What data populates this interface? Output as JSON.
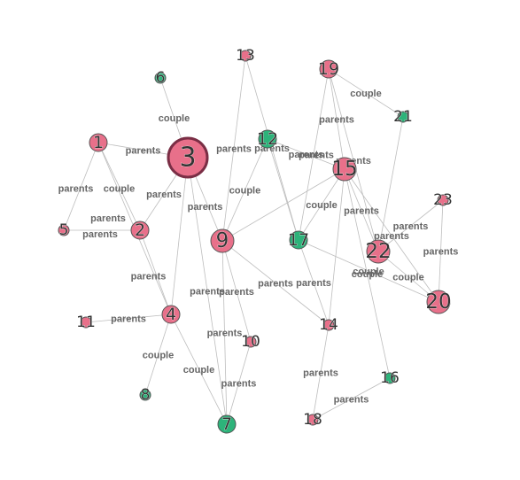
{
  "colors": {
    "pink": "#e8708a",
    "green": "#2db37a",
    "edge": "#bdbdbd",
    "highlight_stroke": "#7a2e45"
  },
  "nodes": [
    {
      "id": "1",
      "color": "pink",
      "size": "small"
    },
    {
      "id": "2",
      "color": "pink",
      "size": "small"
    },
    {
      "id": "3",
      "color": "pink",
      "size": "large"
    },
    {
      "id": "4",
      "color": "pink",
      "size": "small"
    },
    {
      "id": "5",
      "color": "pink",
      "size": "tiny"
    },
    {
      "id": "6",
      "color": "green",
      "size": "tiny"
    },
    {
      "id": "7",
      "color": "green",
      "size": "small"
    },
    {
      "id": "8",
      "color": "green",
      "size": "tiny"
    },
    {
      "id": "9",
      "color": "pink",
      "size": "medium"
    },
    {
      "id": "10",
      "color": "pink",
      "size": "tiny"
    },
    {
      "id": "11",
      "color": "pink",
      "size": "tiny"
    },
    {
      "id": "12",
      "color": "green",
      "size": "small"
    },
    {
      "id": "13",
      "color": "pink",
      "size": "tiny"
    },
    {
      "id": "14",
      "color": "pink",
      "size": "tiny"
    },
    {
      "id": "15",
      "color": "pink",
      "size": "medium"
    },
    {
      "id": "16",
      "color": "green",
      "size": "tiny"
    },
    {
      "id": "17",
      "color": "green",
      "size": "small"
    },
    {
      "id": "18",
      "color": "pink",
      "size": "tiny"
    },
    {
      "id": "19",
      "color": "pink",
      "size": "small"
    },
    {
      "id": "20",
      "color": "pink",
      "size": "medium"
    },
    {
      "id": "21",
      "color": "green",
      "size": "tiny"
    },
    {
      "id": "22",
      "color": "pink",
      "size": "medium"
    },
    {
      "id": "23",
      "color": "pink",
      "size": "tiny"
    }
  ],
  "edges": [
    {
      "from": "6",
      "to": "3",
      "label": "couple"
    },
    {
      "from": "1",
      "to": "3",
      "label": "parents"
    },
    {
      "from": "1",
      "to": "5",
      "label": "parents"
    },
    {
      "from": "1",
      "to": "2",
      "label": "couple"
    },
    {
      "from": "1",
      "to": "4",
      "label": "parents"
    },
    {
      "from": "5",
      "to": "2",
      "label": "parents"
    },
    {
      "from": "2",
      "to": "3",
      "label": "parents"
    },
    {
      "from": "2",
      "to": "4",
      "label": "parents"
    },
    {
      "from": "3",
      "to": "9",
      "label": "parents"
    },
    {
      "from": "3",
      "to": "7",
      "label": "parents"
    },
    {
      "from": "3",
      "to": "4",
      "label": ""
    },
    {
      "from": "13",
      "to": "9",
      "label": "parents"
    },
    {
      "from": "13",
      "to": "17",
      "label": "parents"
    },
    {
      "from": "12",
      "to": "9",
      "label": "couple"
    },
    {
      "from": "12",
      "to": "15",
      "label": "parents"
    },
    {
      "from": "12",
      "to": "17",
      "label": ""
    },
    {
      "from": "9",
      "to": "15",
      "label": ""
    },
    {
      "from": "9",
      "to": "7",
      "label": "parents"
    },
    {
      "from": "9",
      "to": "10",
      "label": "parents"
    },
    {
      "from": "9",
      "to": "14",
      "label": "parents"
    },
    {
      "from": "4",
      "to": "11",
      "label": "parents"
    },
    {
      "from": "4",
      "to": "7",
      "label": "couple"
    },
    {
      "from": "4",
      "to": "8",
      "label": "couple"
    },
    {
      "from": "10",
      "to": "7",
      "label": "parents"
    },
    {
      "from": "19",
      "to": "21",
      "label": "couple"
    },
    {
      "from": "19",
      "to": "15",
      "label": "parents"
    },
    {
      "from": "19",
      "to": "17",
      "label": "parents"
    },
    {
      "from": "19",
      "to": "22",
      "label": "parents"
    },
    {
      "from": "15",
      "to": "17",
      "label": "couple"
    },
    {
      "from": "15",
      "to": "14",
      "label": ""
    },
    {
      "from": "15",
      "to": "16",
      "label": "couple"
    },
    {
      "from": "15",
      "to": "20",
      "label": "parents"
    },
    {
      "from": "15",
      "to": "22",
      "label": "parents"
    },
    {
      "from": "21",
      "to": "22",
      "label": ""
    },
    {
      "from": "23",
      "to": "22",
      "label": "parents"
    },
    {
      "from": "23",
      "to": "20",
      "label": "parents"
    },
    {
      "from": "22",
      "to": "20",
      "label": "couple"
    },
    {
      "from": "17",
      "to": "20",
      "label": "couple"
    },
    {
      "from": "17",
      "to": "14",
      "label": "parents"
    },
    {
      "from": "14",
      "to": "18",
      "label": "parents"
    },
    {
      "from": "16",
      "to": "18",
      "label": "parents"
    }
  ]
}
